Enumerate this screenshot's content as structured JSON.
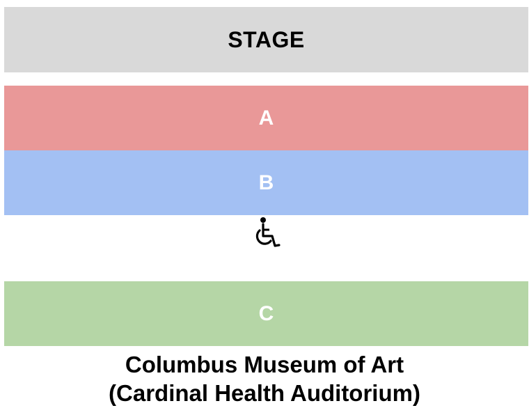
{
  "stage": {
    "label": "STAGE",
    "color": "#d9d9d9"
  },
  "sections": [
    {
      "label": "A",
      "color": "#e99898"
    },
    {
      "label": "B",
      "color": "#a3c0f3"
    },
    {
      "label": "C",
      "color": "#b5d6a6"
    }
  ],
  "accessible_icon": "wheelchair-icon",
  "venue": {
    "line1": "Columbus Museum of Art",
    "line2": "(Cardinal Health Auditorium)"
  }
}
